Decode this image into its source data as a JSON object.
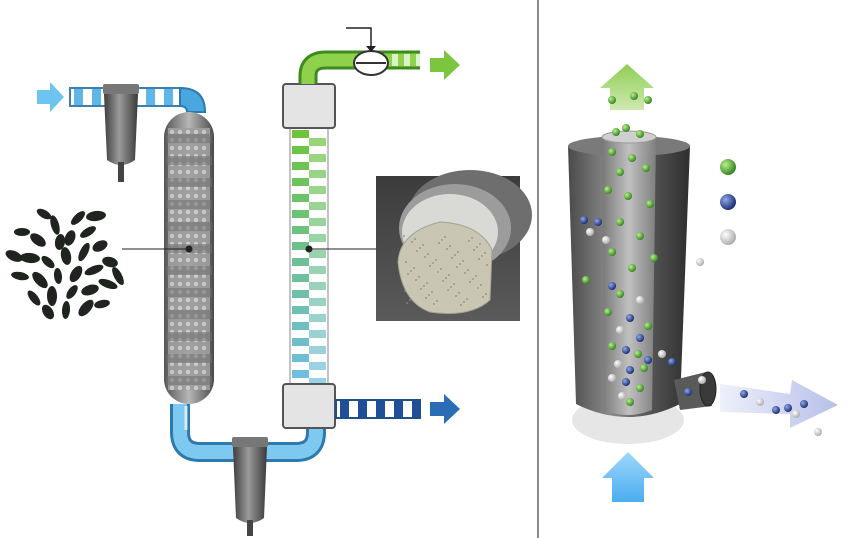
{
  "figure": {
    "left_panel": "adsorption-column-process",
    "right_panel": "cyclone-separator",
    "text_labels": []
  },
  "legend": {
    "items": [
      {
        "name": "green-particle",
        "color": "#3d9a2c"
      },
      {
        "name": "blue-particle",
        "color": "#1f3f8a"
      },
      {
        "name": "white-particle",
        "color": "#d9d9d9"
      }
    ]
  },
  "colors": {
    "inlet_blue": "#6ec4f0",
    "outlet_green": "#7cc63f",
    "outlet_dark_blue": "#2a6db5",
    "steel": "#6b6b6b",
    "divider": "#8a8a8a"
  }
}
